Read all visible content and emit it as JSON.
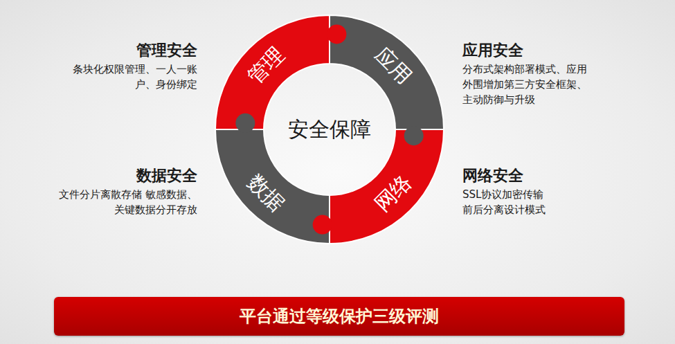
{
  "diagram": {
    "nodes": [
      {
        "text": [
          "管理"
        ]
      },
      {
        "text": [
          "应用"
        ]
      },
      {
        "text": [
          "网络"
        ]
      },
      {
        "text": [
          "数据"
        ]
      },
      {
        "text": [
          "平台通过等级保护三级评测"
        ]
      }
    ],
    "labels": [
      "管理安全",
      "条块化权限管理、一人一账 户、身份绑定",
      "应用安全",
      "分布式架构部署模式、应用 外围增加第三方安全框架、 主动防御与升级",
      "安全保障",
      "数据安全",
      "文件分片离散存储 敏感数据、关键数据分开存放",
      "网络安全",
      "SSL协议加密传输 前后分离设计模式"
    ]
  }
}
